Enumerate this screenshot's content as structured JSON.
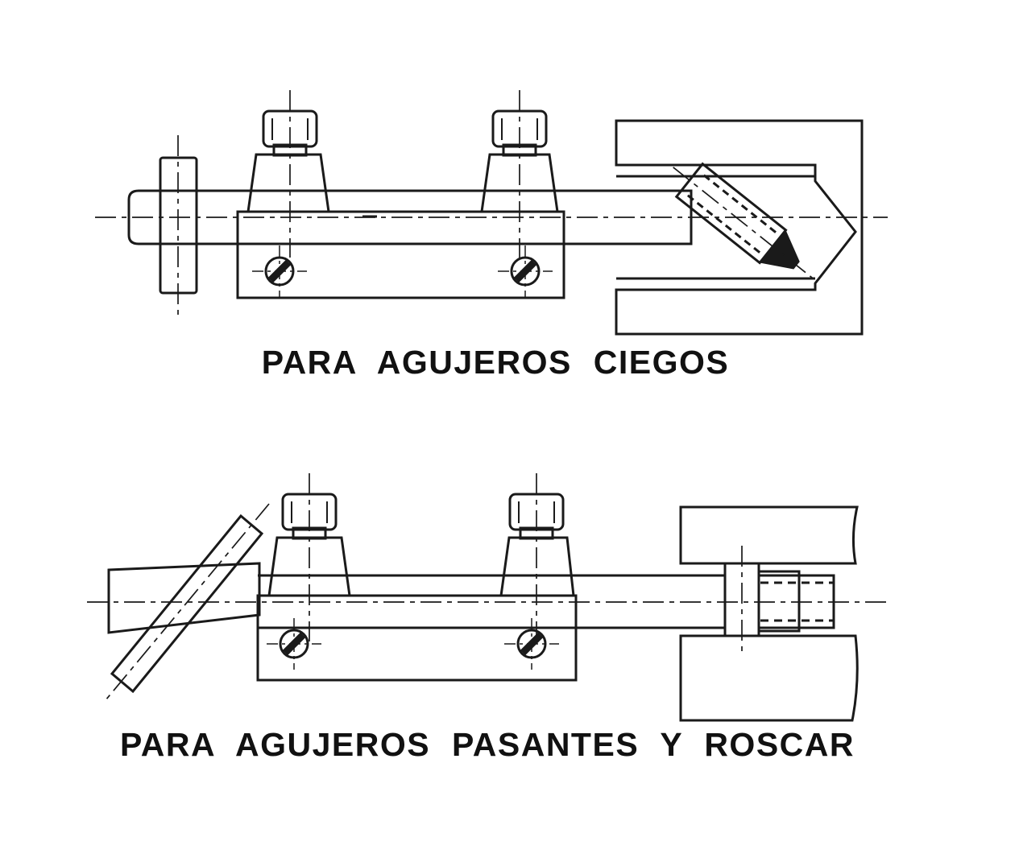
{
  "page": {
    "background": "#ffffff",
    "line_color": "#1a1a1a"
  },
  "figures": [
    {
      "id": "blind-holes",
      "caption": "PARA AGUJEROS CIEGOS"
    },
    {
      "id": "through-holes-and-tapping",
      "caption": "PARA AGUJEROS PASANTES Y ROSCAR"
    }
  ]
}
